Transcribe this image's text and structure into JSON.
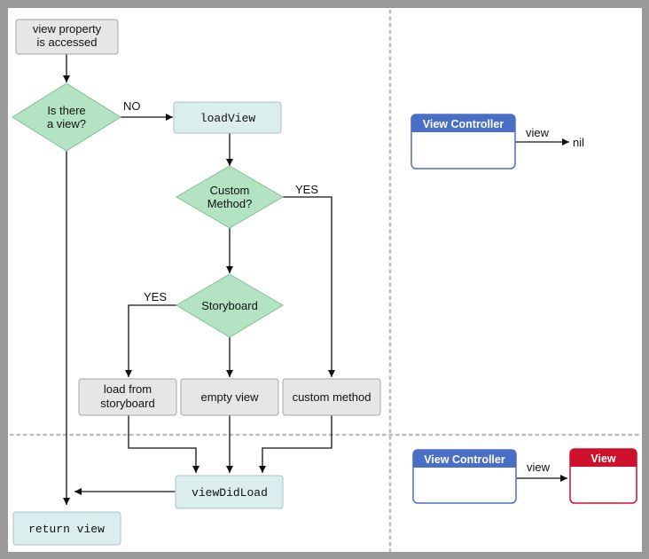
{
  "flowchart": {
    "start": [
      "view property",
      "is accessed"
    ],
    "decision_view": [
      "Is there",
      "a view?"
    ],
    "load_view": "loadView",
    "decision_custom": [
      "Custom",
      "Method?"
    ],
    "decision_storyboard": "Storyboard",
    "load_from_storyboard": [
      "load from",
      "storyboard"
    ],
    "empty_view": "empty view",
    "custom_method": "custom method",
    "view_did_load": "viewDidLoad",
    "return_view": "return view",
    "label_no": "NO",
    "label_yes_custom": "YES",
    "label_yes_storyboard": "YES"
  },
  "state_before": {
    "controller_title": "View Controller",
    "property_label": "view",
    "value": "nil"
  },
  "state_after": {
    "controller_title": "View Controller",
    "property_label": "view",
    "view_title": "View"
  },
  "colors": {
    "process_fill": "#e6e6e6",
    "highlight_fill": "#dcedee",
    "decision_fill": "#b4e3c3",
    "controller_header": "#4a6fc6",
    "view_header": "#d0112b",
    "divider": "#bdbdbd"
  }
}
